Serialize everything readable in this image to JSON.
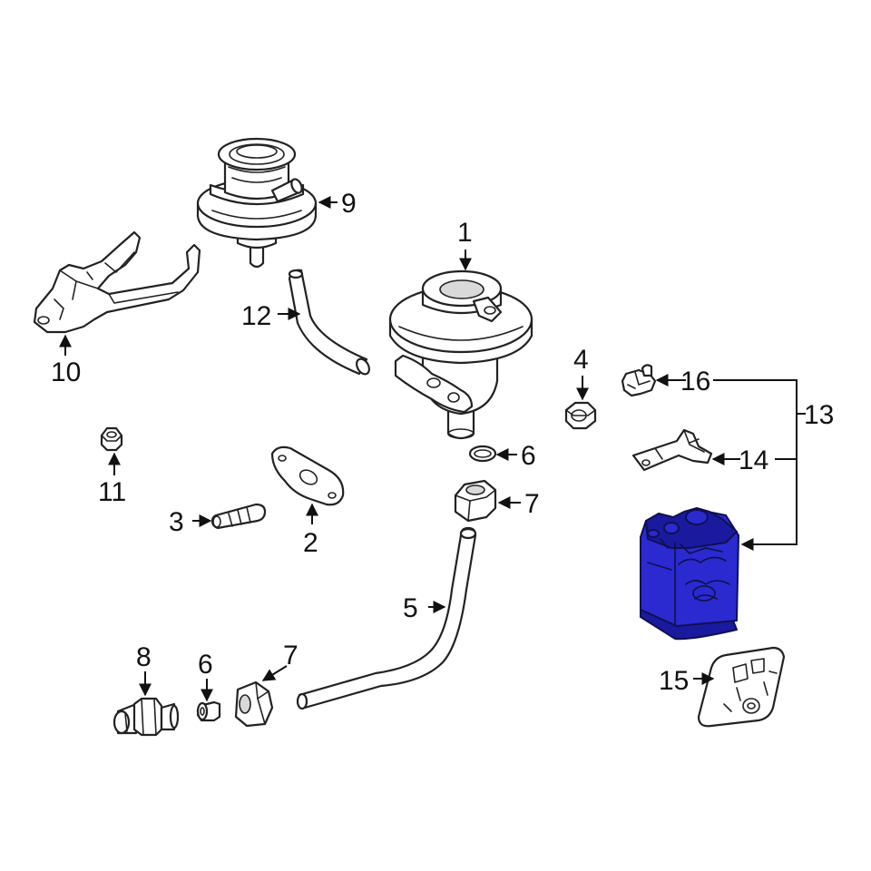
{
  "callouts": {
    "c1": "1",
    "c2": "2",
    "c3": "3",
    "c4": "4",
    "c5": "5",
    "c6a": "6",
    "c6b": "6",
    "c7a": "7",
    "c7b": "7",
    "c8": "8",
    "c9": "9",
    "c10": "10",
    "c11": "11",
    "c12": "12",
    "c13": "13",
    "c14": "14",
    "c15": "15",
    "c16": "16"
  },
  "colors": {
    "highlight_part": "#2a2ad0",
    "highlight_part_dark": "#1a1a9e",
    "line": "#222222",
    "background": "#ffffff"
  }
}
